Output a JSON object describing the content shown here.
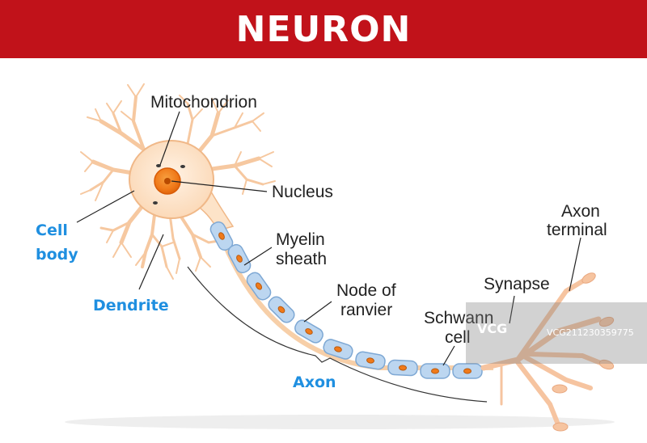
{
  "title": "NEURON",
  "colors": {
    "banner": "#c1121a",
    "cell": "#fde3c8",
    "cell_stroke": "#f0b888",
    "nucleus": "#f07a1a",
    "myelin": "#bcd6f0",
    "myelin_stroke": "#7ea8d4",
    "blue_label": "#1f8fe0"
  },
  "labels": {
    "mitochondrion": "Mitochondrion",
    "nucleus": "Nucleus",
    "cell_body_1": "Cell",
    "cell_body_2": "body",
    "myelin_1": "Myelin",
    "myelin_2": "sheath",
    "dendrite": "Dendrite",
    "node_1": "Node of",
    "node_2": "ranvier",
    "schwann_1": "Schwann",
    "schwann_2": "cell",
    "synapse": "Synapse",
    "axon_terminal_1": "Axon",
    "axon_terminal_2": "terminal",
    "axon": "Axon"
  },
  "watermark": {
    "logo": "VCG",
    "id": "VCG211230359775"
  }
}
